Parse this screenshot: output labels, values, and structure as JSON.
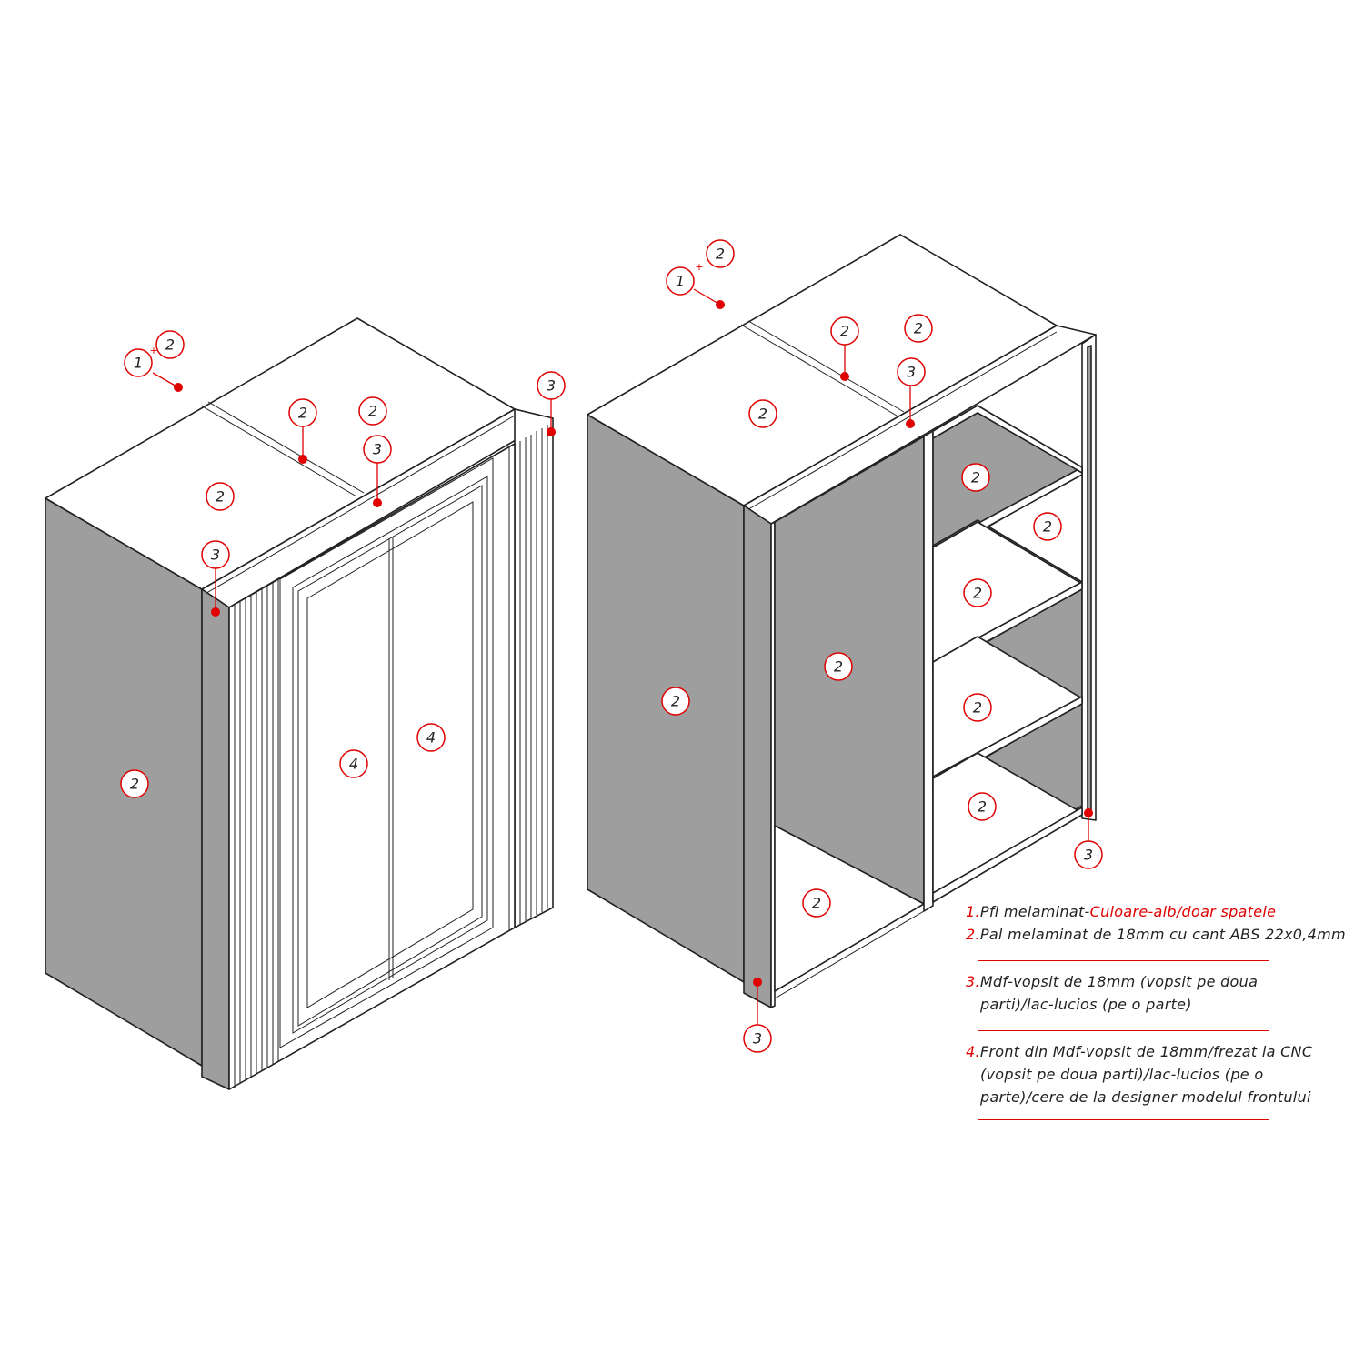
{
  "legend": {
    "item1": {
      "num": "1.",
      "text": "Pfl melaminat-",
      "highlight": "Culoare-alb/doar spatele"
    },
    "item2": {
      "num": "2.",
      "text": "Pal melaminat de 18mm cu cant ABS 22x0,4mm"
    },
    "item3": {
      "num": "3.",
      "line1": "Mdf-vopsit de 18mm (vopsit pe doua",
      "line2": "parti)/lac-lucios (pe o parte)"
    },
    "item4": {
      "num": "4.",
      "line1": "Front din Mdf-vopsit de 18mm/frezat la CNC",
      "line2": "(vopsit pe doua parti)/lac-lucios (pe o",
      "line3": "parte)/cere de la designer modelul frontului"
    }
  },
  "callouts": {
    "c1": "1",
    "c2": "2",
    "c3": "3",
    "c4": "4",
    "plus": "+"
  },
  "colors": {
    "accent": "#e00000",
    "panel": "#9e9e9e",
    "line": "#222222"
  }
}
